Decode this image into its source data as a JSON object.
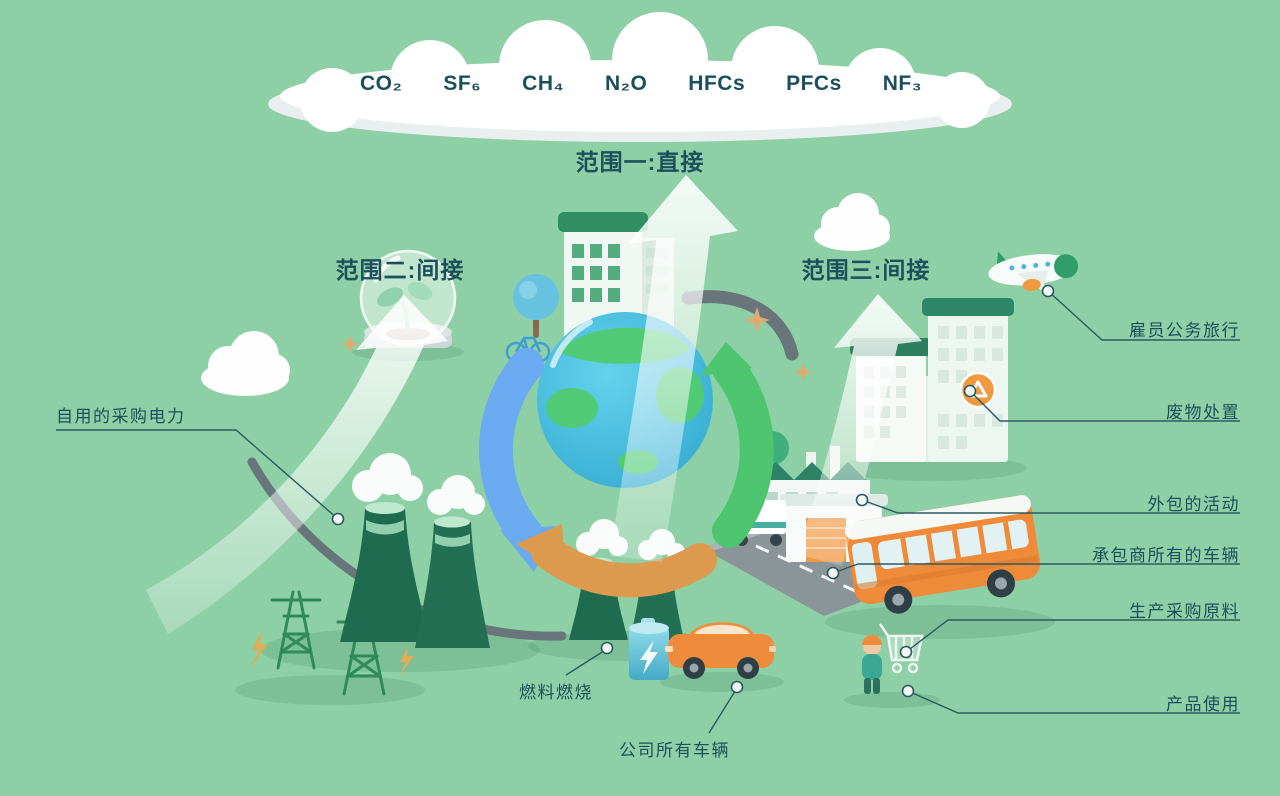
{
  "colors": {
    "background": "#8ed0a5",
    "text": "#1b4f5c",
    "accent_orange": "#ef8c3c",
    "accent_green": "#35a06e",
    "accent_blue": "#69aaf0",
    "tower_green": "#1f6b50"
  },
  "cloud_gases": [
    "CO₂",
    "SF₆",
    "CH₄",
    "N₂O",
    "HFCs",
    "PFCs",
    "NF₃"
  ],
  "scopes": {
    "scope1": {
      "label": "范围一:直接"
    },
    "scope2": {
      "label": "范围二:间接"
    },
    "scope3": {
      "label": "范围三:间接"
    }
  },
  "callouts": {
    "purchased_electricity": "自用的采购电力",
    "fuel_combustion": "燃料燃烧",
    "company_vehicles": "公司所有车辆",
    "employee_business_travel": "雇员公务旅行",
    "waste_disposal": "废物处置",
    "outsourced_activities": "外包的活动",
    "contractor_owned_vehicles": "承包商所有的车辆",
    "production_purchased_materials": "生产采购原料",
    "product_use": "产品使用"
  },
  "illustration_objects": [
    "greenhouse-gas-cloud",
    "earth-globe",
    "recycle-cycle-arrows",
    "office-building",
    "glass-dome-plant",
    "cooling-towers",
    "transmission-pylons",
    "battery",
    "car",
    "bus",
    "factory",
    "warehouse",
    "delivery-truck",
    "road",
    "airplane",
    "recycle-badge",
    "worker-with-cart",
    "decor-clouds",
    "trees",
    "bicycle"
  ]
}
